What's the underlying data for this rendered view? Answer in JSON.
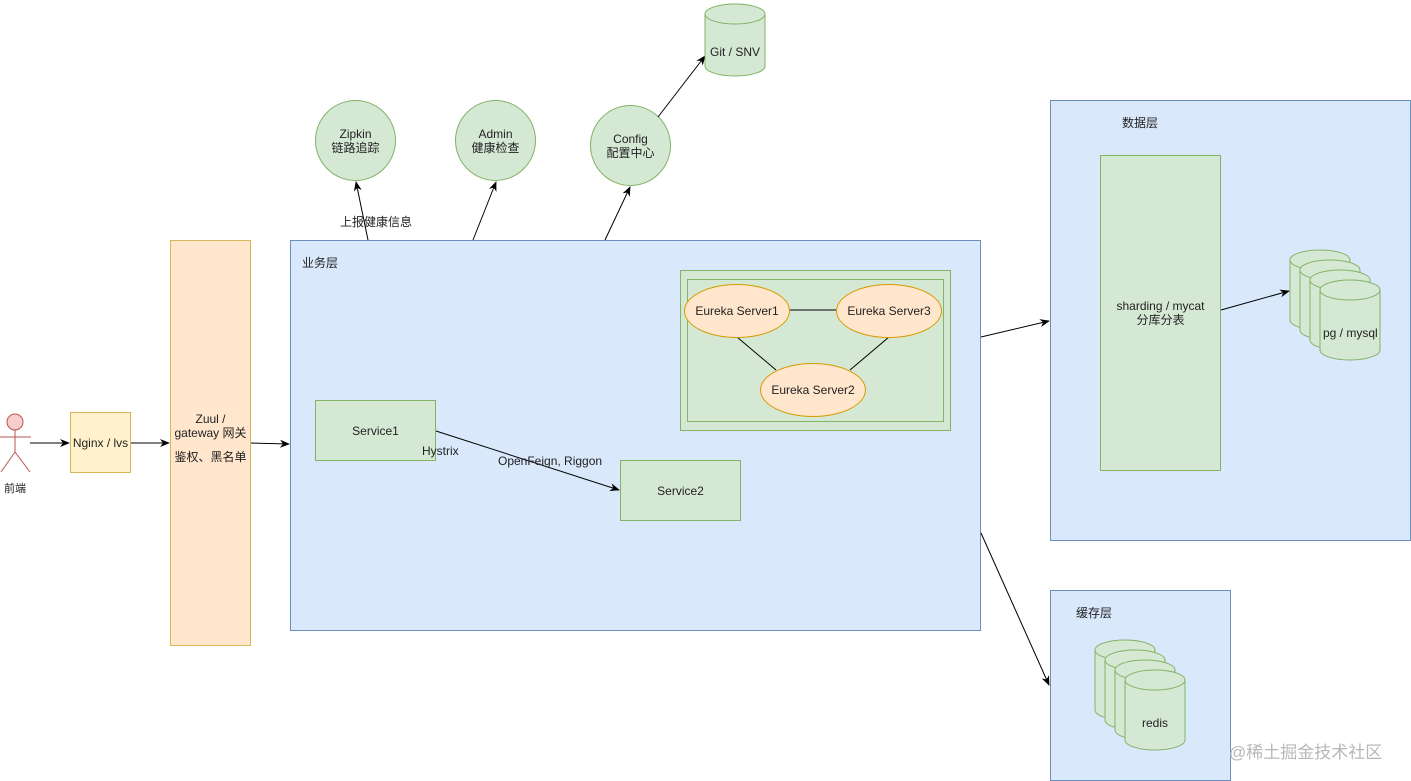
{
  "actor": {
    "label": "前端"
  },
  "nginx": {
    "label": "Nginx / lvs"
  },
  "gateway": {
    "line1": "Zuul /",
    "line2": "gateway 网关",
    "line3": "鉴权、黑名单"
  },
  "business_layer": {
    "title": "业务层",
    "service1": "Service1",
    "service2": "Service2",
    "hystrix_label": "Hystrix",
    "call_label": "OpenFeign, Riggon",
    "eureka": [
      "Eureka Server1",
      "Eureka Server2",
      "Eureka Server3"
    ]
  },
  "top_services": {
    "zipkin": {
      "line1": "Zipkin",
      "line2": "链路追踪"
    },
    "admin": {
      "line1": "Admin",
      "line2": "健康检查"
    },
    "config": {
      "line1": "Config",
      "line2": "配置中心"
    },
    "git": {
      "label": "Git / SNV"
    },
    "report_label": "上报健康信息"
  },
  "data_layer": {
    "title": "数据层",
    "sharding": {
      "line1": "sharding / mycat",
      "line2": "分库分表"
    },
    "db_label": "pg / mysql"
  },
  "cache_layer": {
    "title": "缓存层",
    "db_label": "redis"
  },
  "watermark": "@稀土掘金技术社区"
}
